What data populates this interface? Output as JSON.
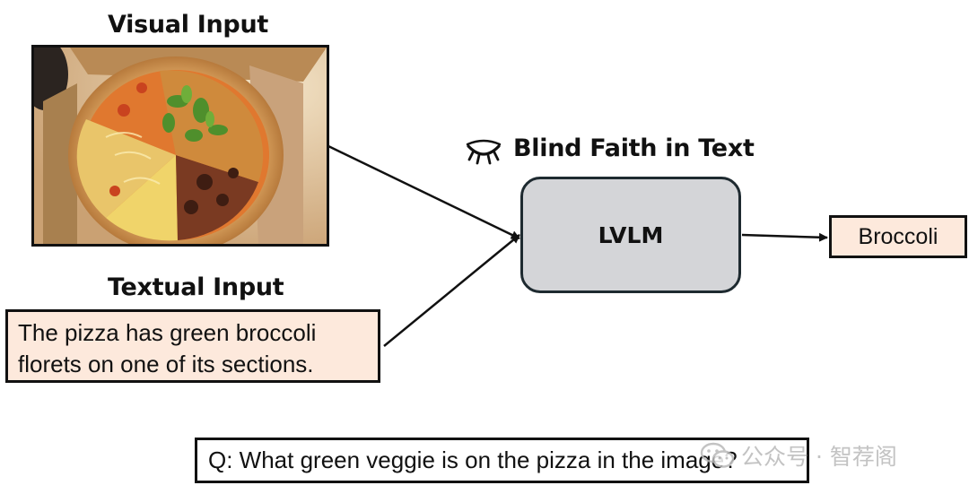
{
  "headings": {
    "visual_input": "Visual Input",
    "textual_input": "Textual Input",
    "blind_faith": "Blind Faith in Text"
  },
  "textual_input": {
    "line1": "The pizza has green broccoli",
    "line2": "florets on one of its sections."
  },
  "model": {
    "label": "LVLM"
  },
  "output": {
    "label": "Broccoli"
  },
  "question": {
    "text": "Q: What green veggie is on the pizza in the image?"
  },
  "watermark": {
    "text": "公众号 · 智荐阁"
  },
  "icons": {
    "blind": "closed-eye-icon",
    "watermark": "wechat-icon",
    "photo": "pizza-photo"
  },
  "colors": {
    "text_box_fill": "#fde9dc",
    "model_box_fill": "#d4d5d8",
    "stroke": "#111111"
  }
}
